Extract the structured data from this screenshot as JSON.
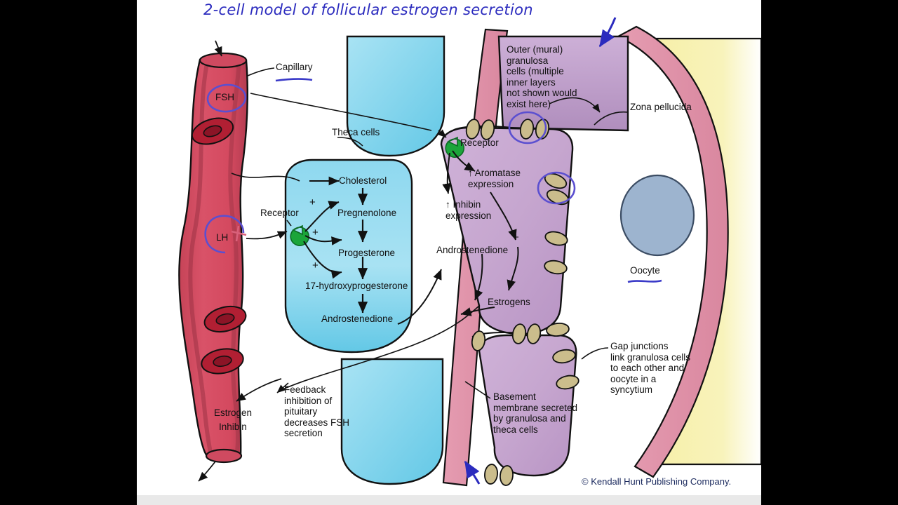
{
  "title": {
    "text": "2-cell model of follicular estrogen secretion",
    "ink_color": "#2b2bbe"
  },
  "copyright": "© Kendall Hunt Publishing Company.",
  "palette": {
    "capillary_red": "#d4495f",
    "capillary_red_dark": "#a83a50",
    "rbc_red": "#b11f33",
    "theca_blue": "#7fd3ec",
    "granulosa_purple": "#c6a6cf",
    "zona_pink": "#e8a0b4",
    "oocyte_yellow": "#f7f0a8",
    "oocyte_nucleus": "#9db4cf",
    "gap_junction_tan": "#cbbd8c",
    "receptor_green": "#1ba53a",
    "annotation_ink": "#4a3fc4",
    "outline": "#111111"
  },
  "labels": {
    "capillary": "Capillary",
    "fsh": "FSH",
    "lh": "LH",
    "theca_cells": "Theca cells",
    "receptor_theca": "Receptor",
    "receptor_granulosa": "Receptor",
    "zona_pellucida": "Zona pellucida",
    "oocyte": "Oocyte",
    "estrogen": "Estrogen",
    "inhibin": "Inhibin",
    "outer_granulosa": "Outer (mural)\ngranulosa\ncells (multiple\ninner layers\nnot shown would\nexist here)",
    "gap_junctions": "Gap junctions\nlink granulosa cells\nto each other and\noocyte in a\nsyncytium",
    "basement_membrane": "Basement\nmembrane secreted\nby granulosa and\ntheca cells",
    "feedback": "Feedback\ninhibition of\npituitary\ndecreases FSH\nsecretion"
  },
  "theca_pathway": {
    "steps": [
      "Cholesterol",
      "Pregnenolone",
      "Progesterone",
      "17-hydroxyprogesterone",
      "Androstenedione"
    ],
    "plus_signs": [
      "+",
      "+",
      "+"
    ]
  },
  "granulosa_pathway": {
    "aromatase": "↑ Aromatase\nexpression",
    "inhibin": "↑ Inhibin\nexpression",
    "androstenedione": "Androstenedione",
    "estrogens": "Estrogens",
    "plus_sign": "+"
  },
  "annotations": {
    "arrow_top_right": "blue-arrow-down-left",
    "arrow_bottom": "blue-arrow-up-left",
    "circle_fsh": "blue-circle-fsh",
    "circle_lh": "blue-circle-lh",
    "circle_gapjunction_upper": "blue-circle-gap-junction",
    "circle_gapjunction_lower": "blue-circle-gap-junction",
    "underline_capillary": "blue-underline",
    "underline_oocyte": "blue-underline",
    "plus_near_lh": "+"
  }
}
